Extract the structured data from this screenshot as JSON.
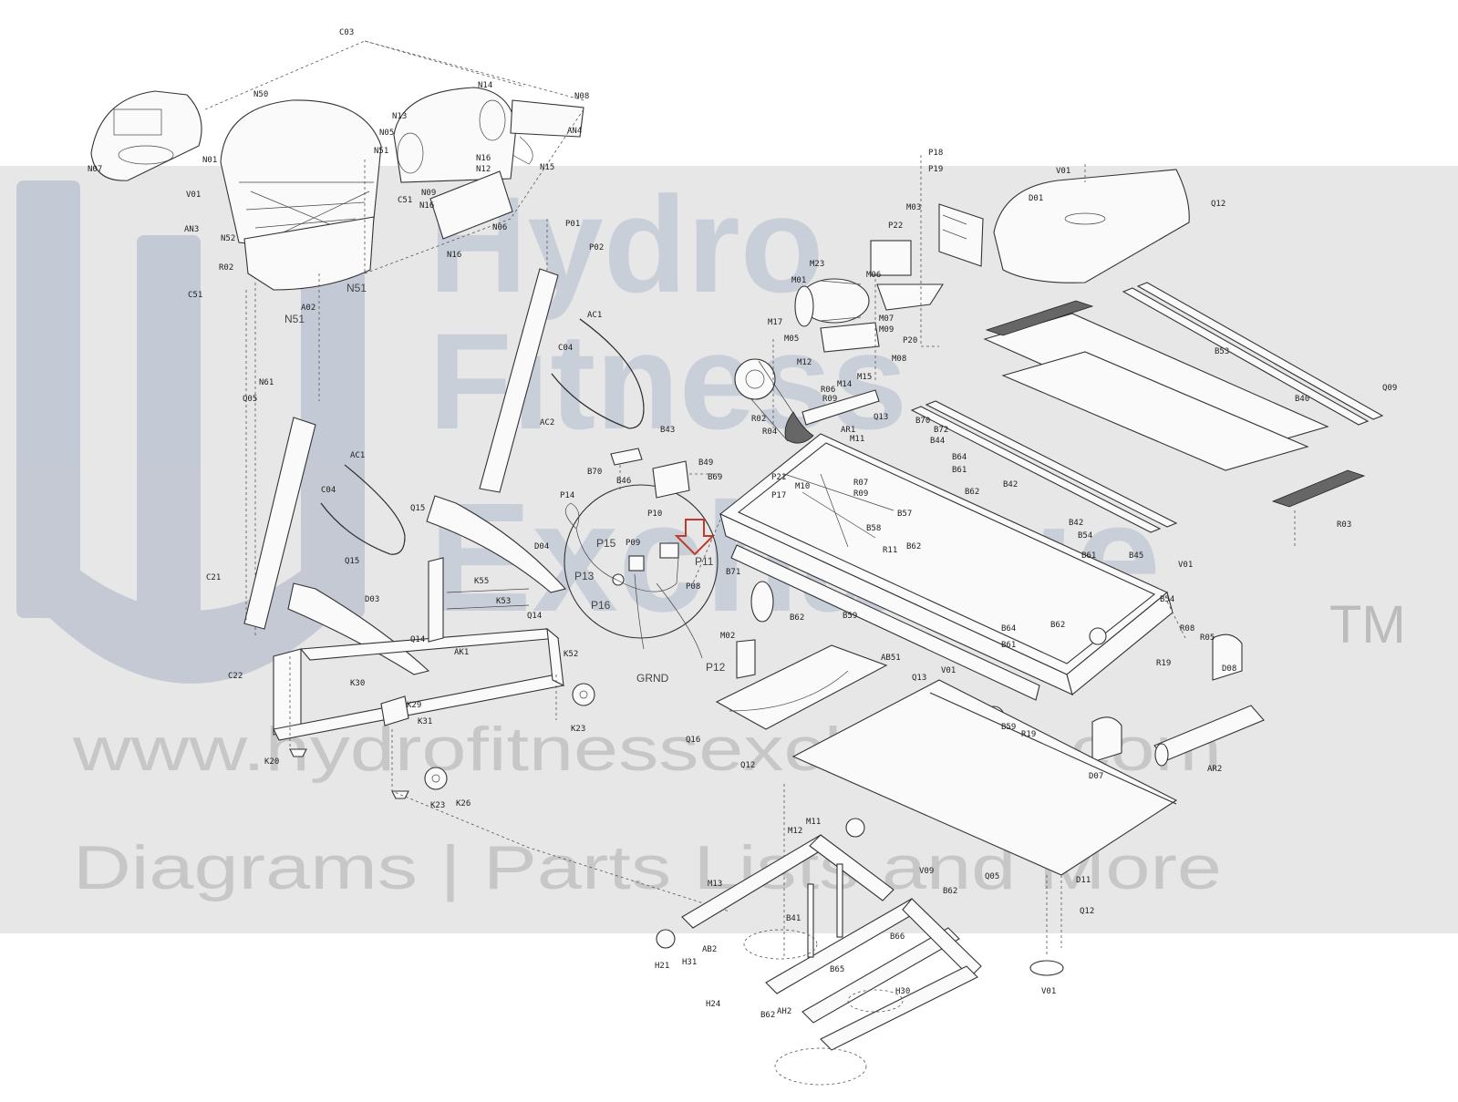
{
  "watermark": {
    "brand_line1": "Hydro",
    "brand_line2": "Fitness",
    "brand_line3": "Exchange",
    "trademark": "TM",
    "url": "www.hydrofitnessexchange.com",
    "tagline": "Diagrams | Parts Lists and More"
  },
  "highlight_color": "#c0392b",
  "labels": [
    {
      "id": "C03",
      "text": "C03"
    },
    {
      "id": "N50",
      "text": "N50"
    },
    {
      "id": "N14",
      "text": "N14"
    },
    {
      "id": "N08",
      "text": "N08"
    },
    {
      "id": "N13",
      "text": "N13"
    },
    {
      "id": "N05",
      "text": "N05"
    },
    {
      "id": "N51a",
      "text": "N51"
    },
    {
      "id": "AN4",
      "text": "AN4"
    },
    {
      "id": "N07",
      "text": "N07"
    },
    {
      "id": "N01",
      "text": "N01"
    },
    {
      "id": "N16a",
      "text": "N16"
    },
    {
      "id": "N12",
      "text": "N12"
    },
    {
      "id": "N15",
      "text": "N15"
    },
    {
      "id": "C51a",
      "text": "C51"
    },
    {
      "id": "N09",
      "text": "N09"
    },
    {
      "id": "N16b",
      "text": "N16"
    },
    {
      "id": "N06",
      "text": "N06"
    },
    {
      "id": "V01a",
      "text": "V01"
    },
    {
      "id": "AN3",
      "text": "AN3"
    },
    {
      "id": "N52",
      "text": "N52"
    },
    {
      "id": "R02a",
      "text": "R02"
    },
    {
      "id": "C51b",
      "text": "C51"
    },
    {
      "id": "A02",
      "text": "A02"
    },
    {
      "id": "N51b",
      "text": "N51"
    },
    {
      "id": "N51c",
      "text": "N51"
    },
    {
      "id": "N16c",
      "text": "N16"
    },
    {
      "id": "P01",
      "text": "P01"
    },
    {
      "id": "P02",
      "text": "P02"
    },
    {
      "id": "AC1a",
      "text": "AC1"
    },
    {
      "id": "C04a",
      "text": "C04"
    },
    {
      "id": "AC2",
      "text": "AC2"
    },
    {
      "id": "N61",
      "text": "N61"
    },
    {
      "id": "Q05a",
      "text": "Q05"
    },
    {
      "id": "AC1b",
      "text": "AC1"
    },
    {
      "id": "C04b",
      "text": "C04"
    },
    {
      "id": "C21",
      "text": "C21"
    },
    {
      "id": "Q15a",
      "text": "Q15"
    },
    {
      "id": "Q15b",
      "text": "Q15"
    },
    {
      "id": "D03",
      "text": "D03"
    },
    {
      "id": "D04",
      "text": "D04"
    },
    {
      "id": "K55",
      "text": "K55"
    },
    {
      "id": "K53",
      "text": "K53"
    },
    {
      "id": "Q14a",
      "text": "Q14"
    },
    {
      "id": "Q14b",
      "text": "Q14"
    },
    {
      "id": "AK1",
      "text": "AK1"
    },
    {
      "id": "K52",
      "text": "K52"
    },
    {
      "id": "C22",
      "text": "C22"
    },
    {
      "id": "K30",
      "text": "K30"
    },
    {
      "id": "K29",
      "text": "K29"
    },
    {
      "id": "K31",
      "text": "K31"
    },
    {
      "id": "K20",
      "text": "K20"
    },
    {
      "id": "K23a",
      "text": "K23"
    },
    {
      "id": "K23b",
      "text": "K23"
    },
    {
      "id": "K26",
      "text": "K26"
    },
    {
      "id": "P14",
      "text": "P14"
    },
    {
      "id": "P10",
      "text": "P10"
    },
    {
      "id": "P15",
      "text": "P15"
    },
    {
      "id": "P09",
      "text": "P09"
    },
    {
      "id": "P13",
      "text": "P13"
    },
    {
      "id": "P11",
      "text": "P11"
    },
    {
      "id": "P16",
      "text": "P16"
    },
    {
      "id": "P08",
      "text": "P08"
    },
    {
      "id": "GRND",
      "text": "GRND"
    },
    {
      "id": "P12",
      "text": "P12"
    },
    {
      "id": "B43",
      "text": "B43"
    },
    {
      "id": "B70a",
      "text": "B70"
    },
    {
      "id": "B46",
      "text": "B46"
    },
    {
      "id": "B49",
      "text": "B49"
    },
    {
      "id": "B69",
      "text": "B69"
    },
    {
      "id": "P18",
      "text": "P18"
    },
    {
      "id": "P19",
      "text": "P19"
    },
    {
      "id": "M03",
      "text": "M03"
    },
    {
      "id": "P22",
      "text": "P22"
    },
    {
      "id": "M23",
      "text": "M23"
    },
    {
      "id": "M01",
      "text": "M01"
    },
    {
      "id": "M06",
      "text": "M06"
    },
    {
      "id": "M17",
      "text": "M17"
    },
    {
      "id": "M05",
      "text": "M05"
    },
    {
      "id": "M07",
      "text": "M07"
    },
    {
      "id": "M09",
      "text": "M09"
    },
    {
      "id": "P20",
      "text": "P20"
    },
    {
      "id": "M12a",
      "text": "M12"
    },
    {
      "id": "M08",
      "text": "M08"
    },
    {
      "id": "M14",
      "text": "M14"
    },
    {
      "id": "M15",
      "text": "M15"
    },
    {
      "id": "R06",
      "text": "R06"
    },
    {
      "id": "R09a",
      "text": "R09"
    },
    {
      "id": "AR1",
      "text": "AR1"
    },
    {
      "id": "R02b",
      "text": "R02"
    },
    {
      "id": "R04",
      "text": "R04"
    },
    {
      "id": "Q13a",
      "text": "Q13"
    },
    {
      "id": "B70b",
      "text": "B70"
    },
    {
      "id": "B72",
      "text": "B72"
    },
    {
      "id": "B44",
      "text": "B44"
    },
    {
      "id": "B64a",
      "text": "B64"
    },
    {
      "id": "B61a",
      "text": "B61"
    },
    {
      "id": "M11a",
      "text": "M11"
    },
    {
      "id": "P21",
      "text": "P21"
    },
    {
      "id": "M10",
      "text": "M10"
    },
    {
      "id": "P17",
      "text": "P17"
    },
    {
      "id": "R07",
      "text": "R07"
    },
    {
      "id": "R09b",
      "text": "R09"
    },
    {
      "id": "B57",
      "text": "B57"
    },
    {
      "id": "B58",
      "text": "B58"
    },
    {
      "id": "R11",
      "text": "R11"
    },
    {
      "id": "B62a",
      "text": "B62"
    },
    {
      "id": "B42a",
      "text": "B42"
    },
    {
      "id": "B62b",
      "text": "B62"
    },
    {
      "id": "B42b",
      "text": "B42"
    },
    {
      "id": "B54a",
      "text": "B54"
    },
    {
      "id": "B61b",
      "text": "B61"
    },
    {
      "id": "B45",
      "text": "B45"
    },
    {
      "id": "V01b",
      "text": "V01"
    },
    {
      "id": "B54b",
      "text": "B54"
    },
    {
      "id": "V01c",
      "text": "V01"
    },
    {
      "id": "D01",
      "text": "D01"
    },
    {
      "id": "Q12a",
      "text": "Q12"
    },
    {
      "id": "B53",
      "text": "B53"
    },
    {
      "id": "B40",
      "text": "B40"
    },
    {
      "id": "Q09",
      "text": "Q09"
    },
    {
      "id": "R03",
      "text": "R03"
    },
    {
      "id": "B71",
      "text": "B71"
    },
    {
      "id": "M02",
      "text": "M02"
    },
    {
      "id": "B62c",
      "text": "B62"
    },
    {
      "id": "B59a",
      "text": "B59"
    },
    {
      "id": "AB51",
      "text": "AB51"
    },
    {
      "id": "B64b",
      "text": "B64"
    },
    {
      "id": "B61c",
      "text": "B61"
    },
    {
      "id": "B62d",
      "text": "B62"
    },
    {
      "id": "R08",
      "text": "R08"
    },
    {
      "id": "R05",
      "text": "R05"
    },
    {
      "id": "R19a",
      "text": "R19"
    },
    {
      "id": "D08",
      "text": "D08"
    },
    {
      "id": "V01d",
      "text": "V01"
    },
    {
      "id": "Q13b",
      "text": "Q13"
    },
    {
      "id": "B59b",
      "text": "B59"
    },
    {
      "id": "R19b",
      "text": "R19"
    },
    {
      "id": "Q16",
      "text": "Q16"
    },
    {
      "id": "Q12b",
      "text": "Q12"
    },
    {
      "id": "D07",
      "text": "D07"
    },
    {
      "id": "AR2",
      "text": "AR2"
    },
    {
      "id": "M12b",
      "text": "M12"
    },
    {
      "id": "M11b",
      "text": "M11"
    },
    {
      "id": "M13",
      "text": "M13"
    },
    {
      "id": "V09",
      "text": "V09"
    },
    {
      "id": "Q05b",
      "text": "Q05"
    },
    {
      "id": "D11",
      "text": "D11"
    },
    {
      "id": "B62e",
      "text": "B62"
    },
    {
      "id": "B41",
      "text": "B41"
    },
    {
      "id": "B66",
      "text": "B66"
    },
    {
      "id": "Q12c",
      "text": "Q12"
    },
    {
      "id": "AB2",
      "text": "AB2"
    },
    {
      "id": "H21",
      "text": "H21"
    },
    {
      "id": "H31",
      "text": "H31"
    },
    {
      "id": "B65",
      "text": "B65"
    },
    {
      "id": "H24",
      "text": "H24"
    },
    {
      "id": "AH2",
      "text": "AH2"
    },
    {
      "id": "H30",
      "text": "H30"
    },
    {
      "id": "B62f",
      "text": "B62"
    },
    {
      "id": "V01e",
      "text": "V01"
    }
  ]
}
